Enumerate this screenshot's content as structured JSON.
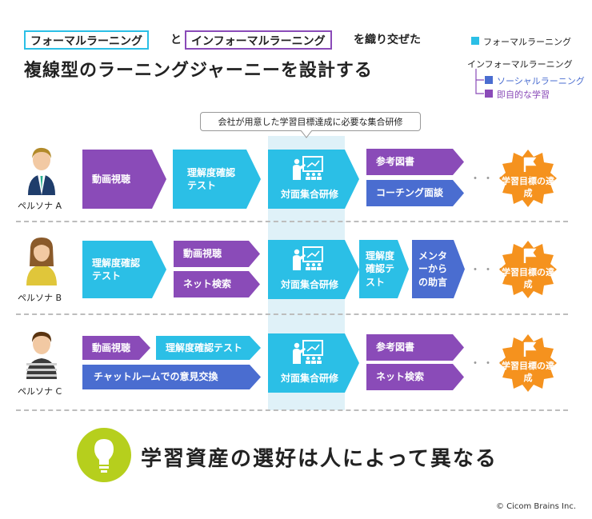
{
  "header": {
    "formal_box": "フォーマルラーニング",
    "conj": "と",
    "informal_box": "インフォーマルラーニング",
    "suffix": "を織り交ぜた",
    "heading": "複線型のラーニングジャーニーを設計する"
  },
  "legend": {
    "formal": "フォーマルラーニング",
    "informal_title": "インフォーマルラーニング",
    "social": "ソーシャルラーニング",
    "just_in_time": "即自的な学習"
  },
  "callout": "会社が用意した学習目標達成に必要な集合研修",
  "center_label": "対面集合研修",
  "goal_label": "学習目標の達成",
  "dots": "・・・・",
  "personas": [
    {
      "label": "ペルソナ A",
      "steps": [
        {
          "text": "動画視聴"
        },
        {
          "text": "理解度確認テスト"
        },
        {
          "text": "参考図書"
        },
        {
          "text": "コーチング面談"
        }
      ]
    },
    {
      "label": "ペルソナ B",
      "steps": [
        {
          "text": "理解度確認テスト"
        },
        {
          "text": "動画視聴"
        },
        {
          "text": "ネット検索"
        },
        {
          "text": "理解度確認テスト"
        },
        {
          "text": "メンターからの助言"
        }
      ]
    },
    {
      "label": "ペルソナ C",
      "steps": [
        {
          "text": "動画視聴"
        },
        {
          "text": "理解度確認テスト"
        },
        {
          "text": "チャットルームでの意見交換"
        },
        {
          "text": "参考図書"
        },
        {
          "text": "ネット検索"
        }
      ]
    }
  ],
  "footer": "学習資産の選好は人によって異なる",
  "copyright": "© Cicom Brains Inc.",
  "colors": {
    "formal": "#2bbfe6",
    "informal": "#8a4bb8",
    "social": "#4a6dd0",
    "goal": "#f5921e",
    "bulb_bg": "#b6cf1d"
  }
}
